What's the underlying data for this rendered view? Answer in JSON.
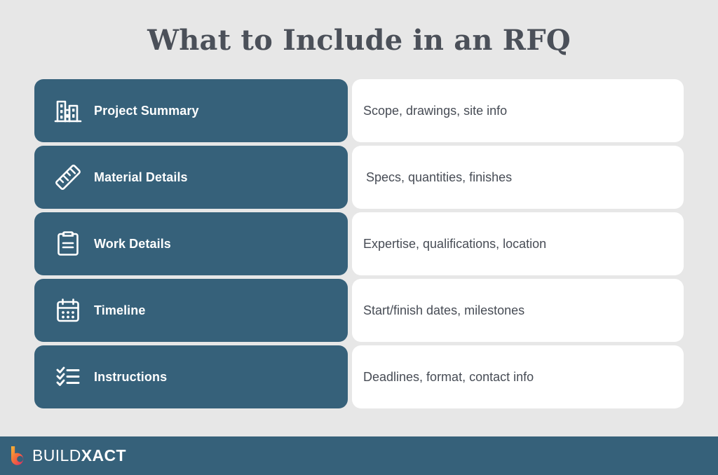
{
  "page": {
    "title": "What to Include in an RFQ",
    "background_color": "#e7e7e7",
    "accent_color": "#36617a",
    "card_color": "#ffffff",
    "text_color": "#474c55"
  },
  "rows": [
    {
      "icon": "building-icon",
      "label": "Project Summary",
      "description": "Scope, drawings, site info"
    },
    {
      "icon": "ruler-icon",
      "label": "Material Details",
      "description": "Specs, quantities, finishes"
    },
    {
      "icon": "clipboard-icon",
      "label": "Work Details",
      "description": "Expertise, qualifications, location"
    },
    {
      "icon": "calendar-icon",
      "label": "Timeline",
      "description": "Start/finish dates, milestones"
    },
    {
      "icon": "checklist-icon",
      "label": "Instructions",
      "description": "Deadlines, format, contact info"
    }
  ],
  "footer": {
    "logo_mark": "buildxact-b-icon",
    "logo_text_light": "BUILD",
    "logo_text_bold": "XACT",
    "logo_gradient_start": "#f5a623",
    "logo_gradient_end": "#e0245e",
    "background_color": "#36617a"
  }
}
